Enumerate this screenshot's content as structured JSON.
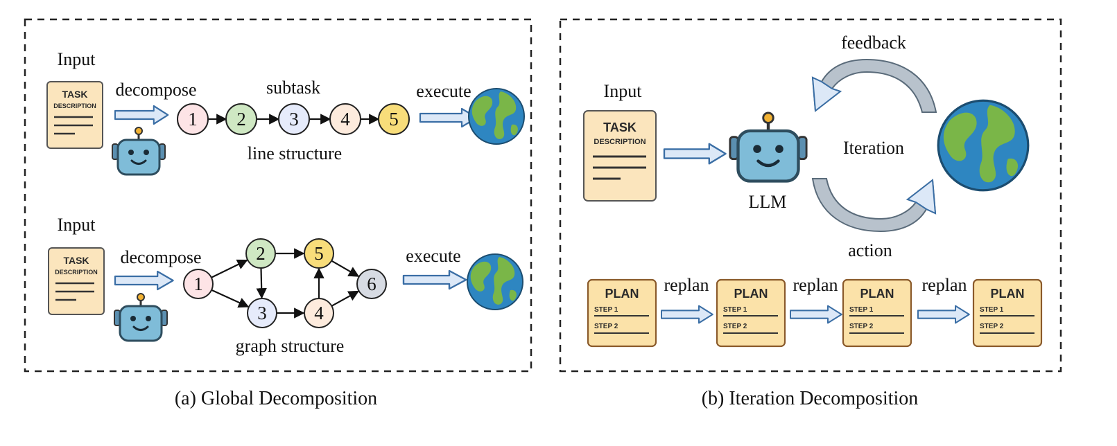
{
  "panel_a": {
    "caption": "(a) Global Decomposition",
    "line": {
      "input_label": "Input",
      "doc_title": "TASK",
      "doc_subtitle": "DESCRIPTION",
      "decompose_label": "decompose",
      "subtask_label": "subtask",
      "structure_label": "line structure",
      "execute_label": "execute",
      "nodes": [
        "1",
        "2",
        "3",
        "4",
        "5"
      ]
    },
    "graph": {
      "input_label": "Input",
      "doc_title": "TASK",
      "doc_subtitle": "DESCRIPTION",
      "decompose_label": "decompose",
      "structure_label": "graph structure",
      "execute_label": "execute",
      "nodes": [
        "1",
        "2",
        "3",
        "4",
        "5",
        "6"
      ]
    }
  },
  "panel_b": {
    "caption": "(b) Iteration Decomposition",
    "input_label": "Input",
    "doc_title": "TASK",
    "doc_subtitle": "DESCRIPTION",
    "llm_label": "LLM",
    "feedback_label": "feedback",
    "iteration_label": "Iteration",
    "action_label": "action",
    "plans": [
      {
        "title": "PLAN",
        "step1": "STEP 1",
        "step2": "STEP 2"
      },
      {
        "title": "PLAN",
        "step1": "STEP 1",
        "step2": "STEP 2"
      },
      {
        "title": "PLAN",
        "step1": "STEP 1",
        "step2": "STEP 2"
      },
      {
        "title": "PLAN",
        "step1": "STEP 1",
        "step2": "STEP 2"
      }
    ],
    "replan_labels": [
      "replan",
      "replan",
      "replan"
    ]
  },
  "colors": {
    "node_1": "#fde4e6",
    "node_2": "#cfe8c3",
    "node_3": "#e6ebfb",
    "node_4": "#fdebdd",
    "node_5": "#f8dd7a",
    "node_6": "#d7dbe3",
    "doc_fill": "#fbe5bd",
    "plan_fill": "#fbe2a9",
    "robot_fill": "#7fbcd8",
    "arrow_fill": "#dce8f7",
    "globe_ocean": "#2e86c1",
    "globe_land": "#7ab648"
  }
}
